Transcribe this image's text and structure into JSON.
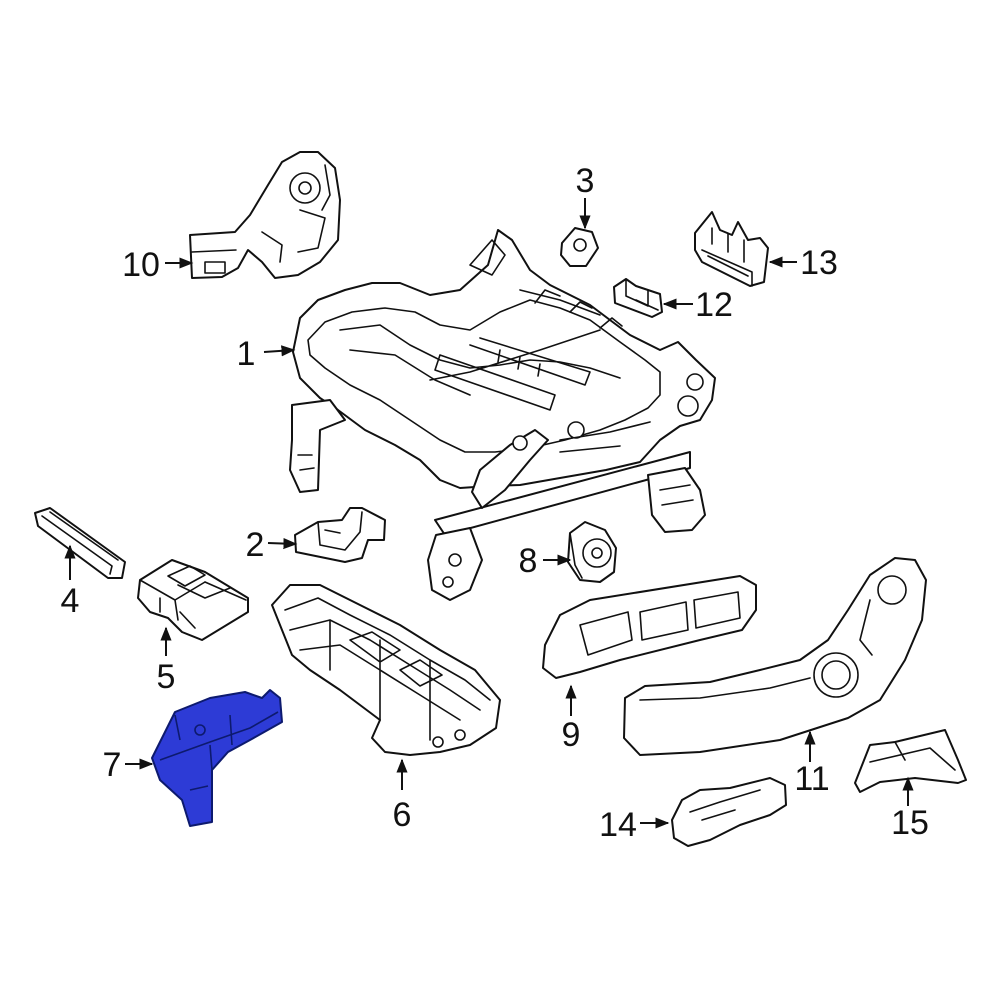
{
  "diagram": {
    "highlight_color": "#2d3bd6",
    "line_color": "#111111",
    "highlighted_part": "7",
    "callouts": [
      {
        "id": "c1",
        "label": "1"
      },
      {
        "id": "c2",
        "label": "2"
      },
      {
        "id": "c3",
        "label": "3"
      },
      {
        "id": "c4",
        "label": "4"
      },
      {
        "id": "c5",
        "label": "5"
      },
      {
        "id": "c6",
        "label": "6"
      },
      {
        "id": "c7",
        "label": "7"
      },
      {
        "id": "c8",
        "label": "8"
      },
      {
        "id": "c9",
        "label": "9"
      },
      {
        "id": "c10",
        "label": "10"
      },
      {
        "id": "c11",
        "label": "11"
      },
      {
        "id": "c12",
        "label": "12"
      },
      {
        "id": "c13",
        "label": "13"
      },
      {
        "id": "c14",
        "label": "14"
      },
      {
        "id": "c15",
        "label": "15"
      }
    ]
  }
}
